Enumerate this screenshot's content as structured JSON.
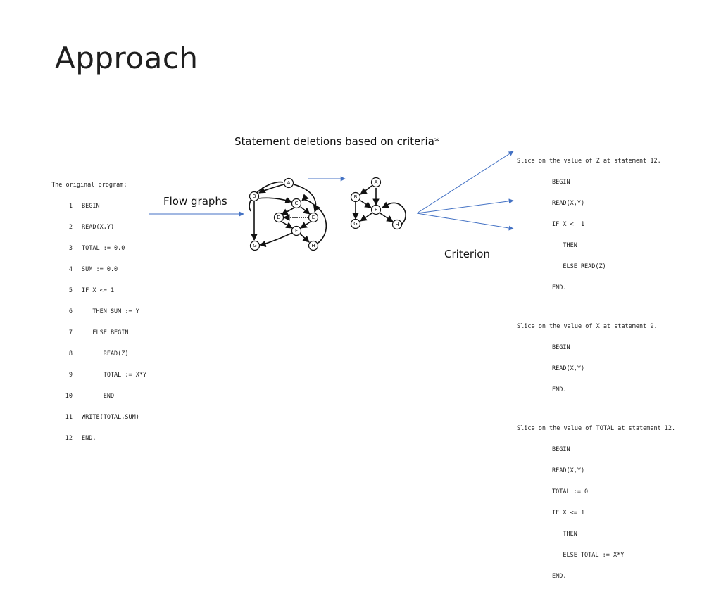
{
  "slide": {
    "title": "Approach",
    "labels": {
      "deletions": "Statement deletions based on criteria*",
      "flow_graphs": "Flow graphs",
      "criterion": "Criterion"
    }
  },
  "original_program": {
    "header": "The original program:",
    "lines": [
      {
        "num": "1",
        "text": "BEGIN"
      },
      {
        "num": "2",
        "text": "READ(X,Y)"
      },
      {
        "num": "3",
        "text": "TOTAL := 0.0"
      },
      {
        "num": "4",
        "text": "SUM := 0.0"
      },
      {
        "num": "5",
        "text": "IF X <= 1"
      },
      {
        "num": "6",
        "text": "   THEN SUM := Y"
      },
      {
        "num": "7",
        "text": "   ELSE BEGIN"
      },
      {
        "num": "8",
        "text": "      READ(Z)"
      },
      {
        "num": "9",
        "text": "      TOTAL := X*Y"
      },
      {
        "num": "10",
        "text": "      END"
      },
      {
        "num": "11",
        "text": "WRITE(TOTAL,SUM)"
      },
      {
        "num": "12",
        "text": "END."
      }
    ]
  },
  "full_graph": {
    "nodes": [
      "A",
      "B",
      "C",
      "D",
      "E",
      "F",
      "G",
      "H"
    ]
  },
  "reduced_graph": {
    "nodes": [
      "A",
      "B",
      "F",
      "G",
      "H"
    ]
  },
  "slices": [
    {
      "header": "Slice on the value of Z at statement 12.",
      "lines": [
        "BEGIN",
        "READ(X,Y)",
        "IF X <  1",
        "   THEN",
        "   ELSE READ(Z)",
        "END."
      ]
    },
    {
      "header": "Slice on the value of X at statement 9.",
      "lines": [
        "BEGIN",
        "READ(X,Y)",
        "END."
      ]
    },
    {
      "header": "Slice on the value of TOTAL at statement 12.",
      "lines": [
        "BEGIN",
        "READ(X,Y)",
        "TOTAL := 0",
        "IF X <= 1",
        "   THEN",
        "   ELSE TOTAL := X*Y",
        "END."
      ]
    }
  ]
}
